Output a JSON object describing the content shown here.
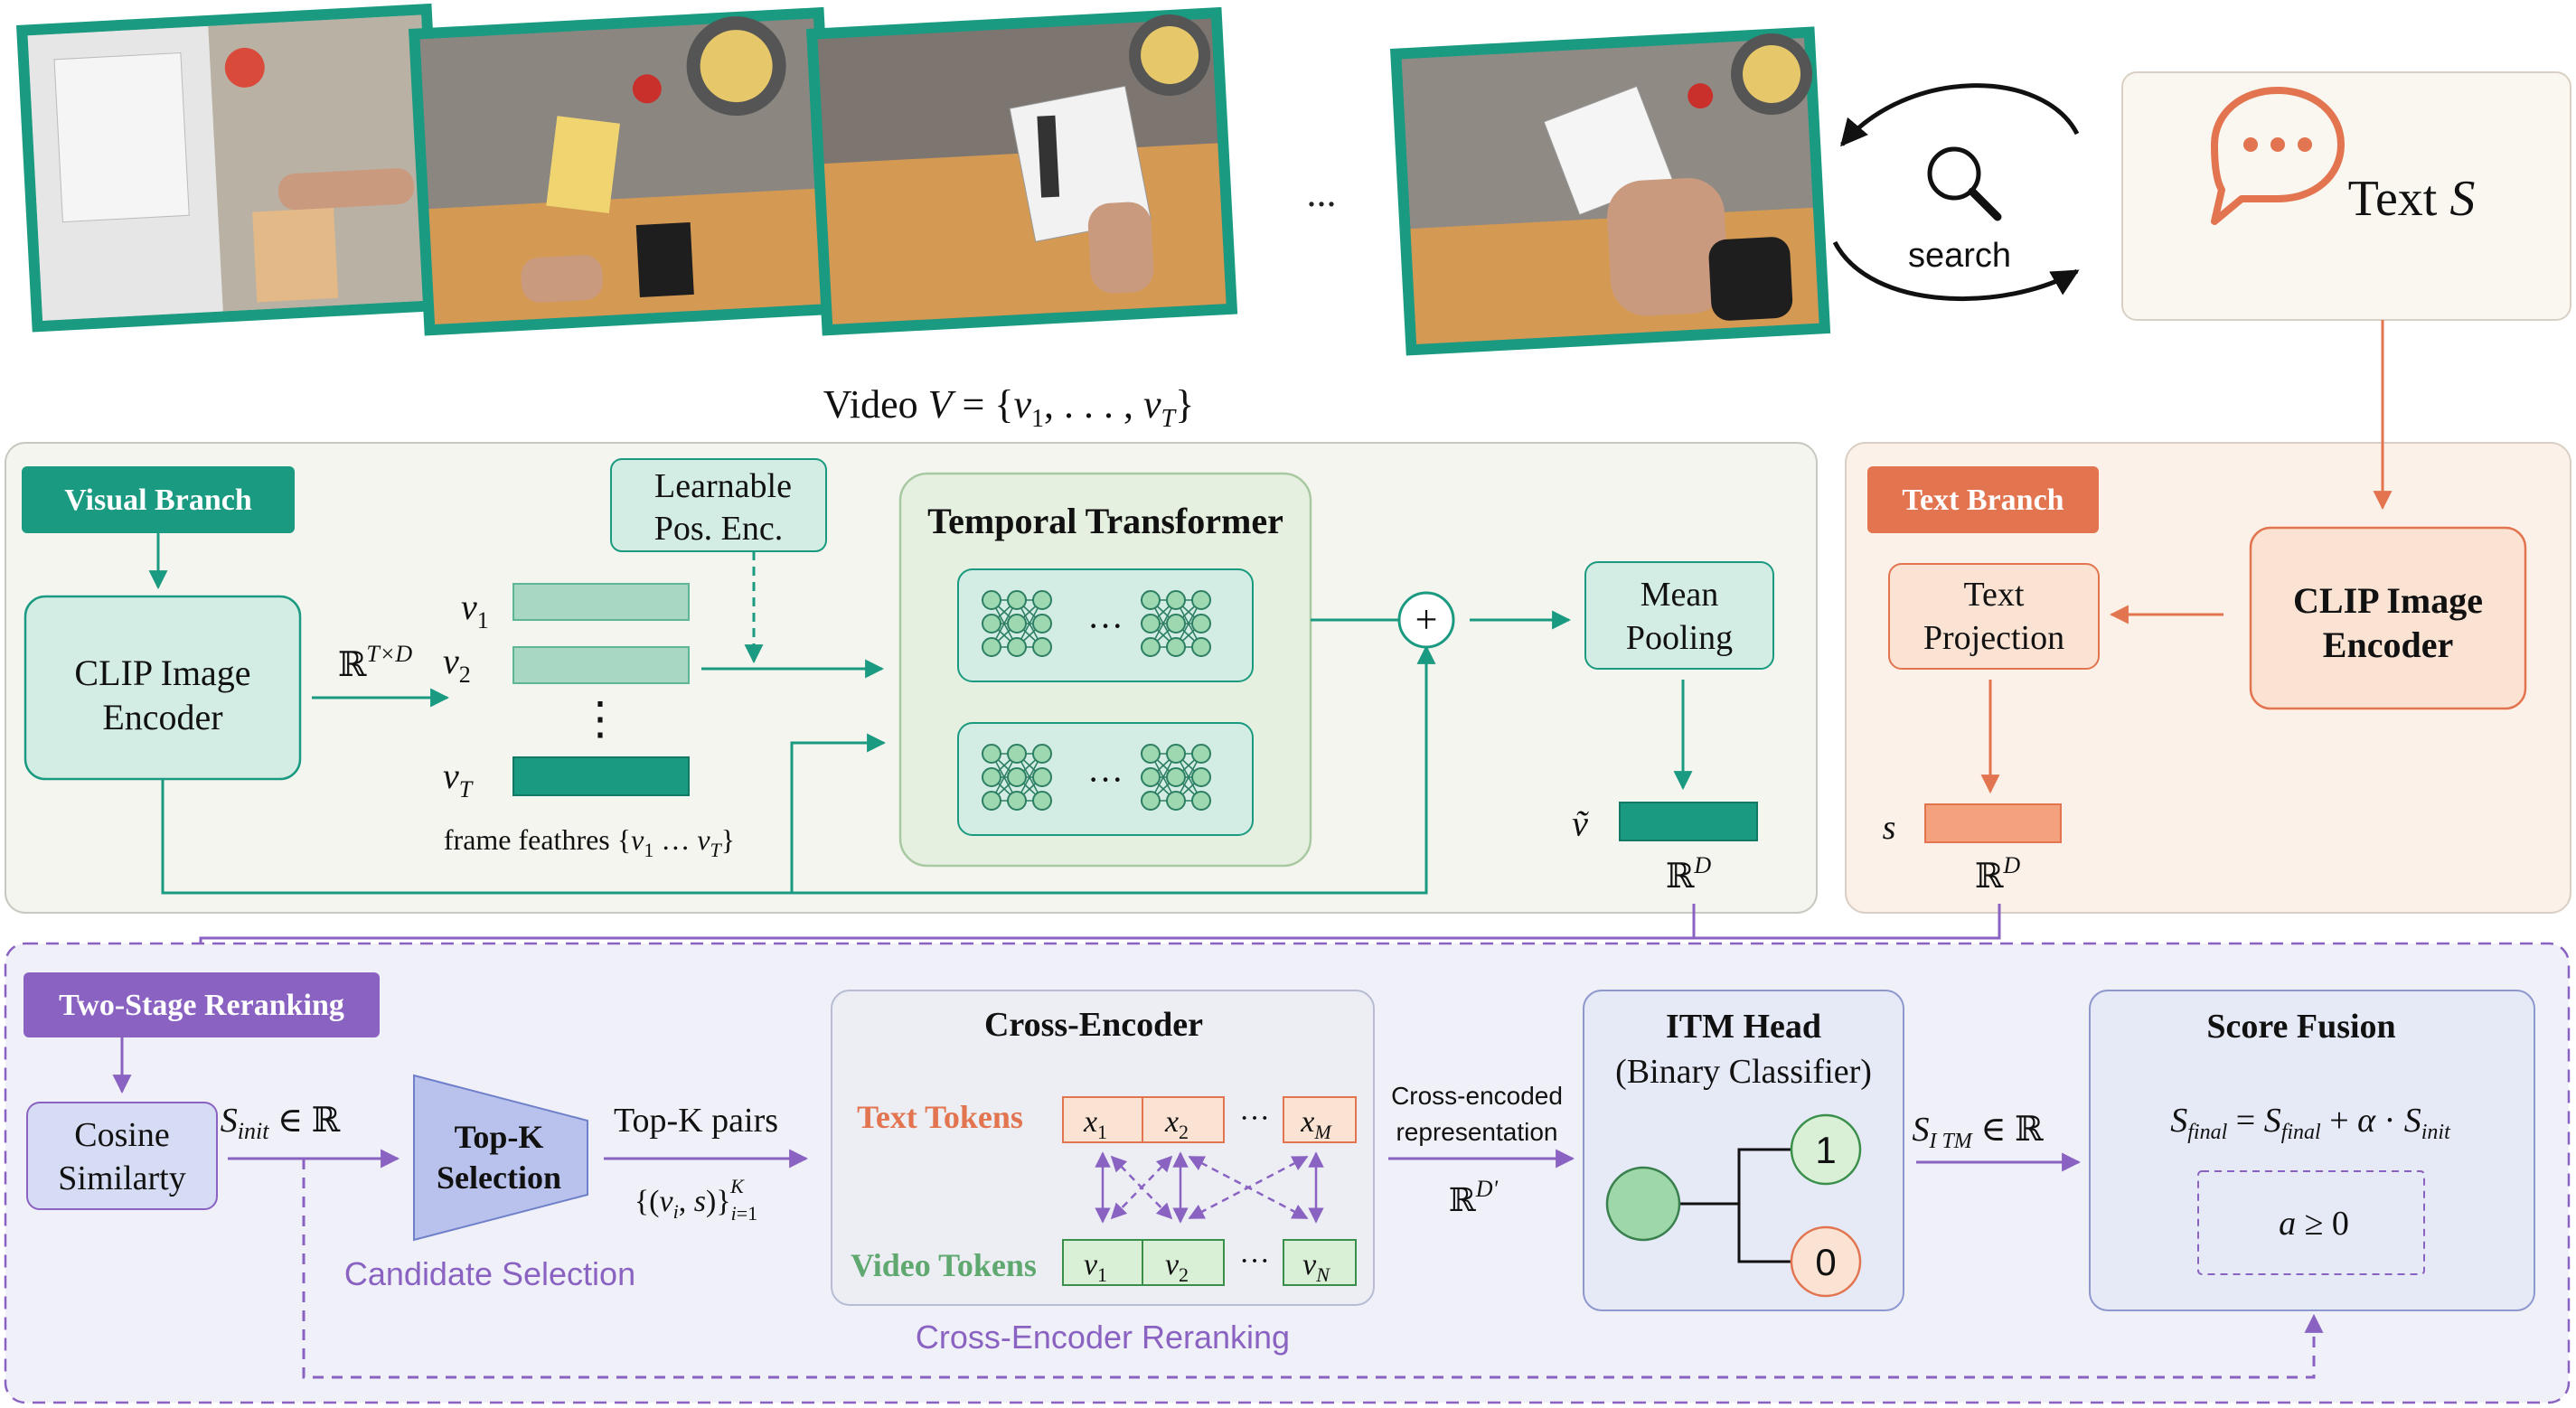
{
  "video": {
    "ellipsis": "...",
    "caption": "Video V = {v1, ..., vT}"
  },
  "search": {
    "label": "search"
  },
  "text_query": {
    "label": "Text S"
  },
  "visual_branch": {
    "title": "Visual Branch",
    "clip_encoder": [
      "CLIP Image",
      "Encoder"
    ],
    "dim_label": "ℝT×D",
    "pos_enc": [
      "Learnable",
      "Pos. Enc."
    ],
    "frame_labels": [
      "v1",
      "v2",
      "vT"
    ],
    "frame_dots": "⋮",
    "frame_caption": "frame feathres {v1…vT}",
    "transformer_title": "Temporal Transformer",
    "transformer_dots": "···",
    "plus": "+",
    "mean_pooling": [
      "Mean",
      "Pooling"
    ],
    "output_symbol": "ṽ",
    "output_dim": "ℝD"
  },
  "text_branch": {
    "title": "Text Branch",
    "projection": [
      "Text",
      "Projection"
    ],
    "clip_encoder": [
      "CLIP Image",
      "Encoder"
    ],
    "output_symbol": "s",
    "output_dim": "ℝD"
  },
  "reranking": {
    "title": "Two-Stage Reranking",
    "cosine": [
      "Cosine",
      "Similarty"
    ],
    "s_init": "S_init ∈ ℝ",
    "topk_box": [
      "Top-K",
      "Selection"
    ],
    "topk_pairs": "Top-K pairs",
    "topk_set": "{(v_i, s)}_{i=1}^{K}",
    "candidate_label": "Candidate Selection",
    "cross_encoder_title": "Cross-Encoder",
    "text_tokens_label": "Text Tokens",
    "text_tokens": [
      "x1",
      "x2",
      "xM"
    ],
    "video_tokens_label": "Video Tokens",
    "video_tokens": [
      "v1",
      "v2",
      "vN"
    ],
    "token_dots": "···",
    "cross_encoder_caption": "Cross-Encoder Reranking",
    "cross_repr": [
      "Cross-encoded",
      "representation"
    ],
    "cross_dim": "ℝD'",
    "itm_title": "ITM Head",
    "itm_subtitle": "(Binary Classifier)",
    "itm_outputs": [
      "1",
      "0"
    ],
    "s_itm": "S_ITM ∈ ℝ",
    "fusion_title": "Score Fusion",
    "fusion_formula": "S_final = S_final + α · S_init",
    "fusion_constraint": "a ≥ 0"
  },
  "colors": {
    "teal": "#1a9a80",
    "teal_light": "#d4ede4",
    "teal_mid": "#a8d8c4",
    "orange": "#e27550",
    "orange_light": "#fbe3d4",
    "purple": "#8a63c2",
    "purple_light": "#d5dcf3",
    "panel_gray": "#f5f5f0",
    "panel_peach": "#fcf1e8",
    "panel_lavender": "#f0f0f8"
  }
}
